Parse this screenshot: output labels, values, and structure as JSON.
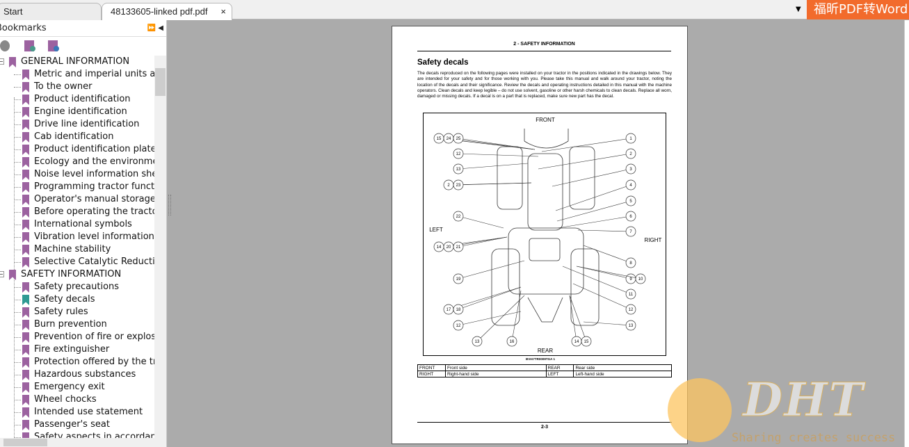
{
  "tabs": [
    {
      "label": "Start"
    },
    {
      "label": "48133605-linked pdf.pdf",
      "close": "×"
    }
  ],
  "brand": "福昕PDF转Word",
  "sidebar": {
    "title": "Bookmarks",
    "controls": "⏩ ◀",
    "tools": [
      "delete-bookmark-icon",
      "add-bookmark-icon",
      "goto-bookmark-icon"
    ],
    "items": [
      {
        "label": "GENERAL INFORMATION",
        "level": 0
      },
      {
        "label": "Metric and imperial units abbrev",
        "level": 1
      },
      {
        "label": "To the owner",
        "level": 1
      },
      {
        "label": "Product identification",
        "level": 1
      },
      {
        "label": "Engine identification",
        "level": 1
      },
      {
        "label": "Drive line identification",
        "level": 1
      },
      {
        "label": "Cab identification",
        "level": 1
      },
      {
        "label": "Product identification plate",
        "level": 1
      },
      {
        "label": "Ecology and the environment",
        "level": 1
      },
      {
        "label": "Noise level information sheet",
        "level": 1
      },
      {
        "label": "Programming tractor functions",
        "level": 1
      },
      {
        "label": "Operator's manual storage",
        "level": 1
      },
      {
        "label": "Before operating the tractor",
        "level": 1
      },
      {
        "label": "International symbols",
        "level": 1
      },
      {
        "label": "Vibration level information sheet",
        "level": 1
      },
      {
        "label": "Machine stability",
        "level": 1
      },
      {
        "label": "Selective Catalytic Reduction (SCR)",
        "level": 1
      },
      {
        "label": "SAFETY INFORMATION",
        "level": 0
      },
      {
        "label": "Safety precautions",
        "level": 1
      },
      {
        "label": "Safety decals",
        "level": 1,
        "selected": true
      },
      {
        "label": "Safety rules",
        "level": 1
      },
      {
        "label": "Burn prevention",
        "level": 1
      },
      {
        "label": "Prevention of fire or explosions",
        "level": 1
      },
      {
        "label": "Fire extinguisher",
        "level": 1
      },
      {
        "label": "Protection offered by the tractor",
        "level": 1
      },
      {
        "label": "Hazardous substances",
        "level": 1
      },
      {
        "label": "Emergency exit",
        "level": 1
      },
      {
        "label": "Wheel chocks",
        "level": 1
      },
      {
        "label": "Intended use statement",
        "level": 1
      },
      {
        "label": "Passenger's seat",
        "level": 1
      },
      {
        "label": "Safety aspects in accordance with",
        "level": 1
      }
    ]
  },
  "page": {
    "running_head": "2 - SAFETY INFORMATION",
    "title": "Safety decals",
    "body": "The decals reproduced on the following pages were installed on your tractor in the positions indicated in the drawings below. They are intended for your safety and for those working with you. Please take this manual and walk around your tractor, noting the location of the decals and their significance. Review the decals and operating instructions detailed in this manual with the machine operators. Clean decals and keep legible – do not use solvent, gasoline or other harsh chemicals to clean decals. Replace all worn, damaged or missing decals. If a decal is on a part that is replaced, make sure new part has the decal.",
    "figure": {
      "front": "FRONT",
      "rear": "REAR",
      "left": "LEFT",
      "right": "RIGHT",
      "callouts": [
        "15",
        "24",
        "25",
        "12",
        "13",
        "2",
        "23",
        "22",
        "14",
        "20",
        "21",
        "19",
        "17",
        "18",
        "12",
        "13",
        "16",
        "14",
        "15",
        "1",
        "2",
        "3",
        "4",
        "5",
        "6",
        "7",
        "8",
        "9",
        "10",
        "11",
        "12",
        "13"
      ],
      "code": "BVAI7TR0009TGA    1"
    },
    "legend": [
      [
        "FRONT",
        "Front side",
        "REAR",
        "Rear side"
      ],
      [
        "RIGHT",
        "Right-hand side",
        "LEFT",
        "Left-hand side"
      ]
    ],
    "page_number": "2-3"
  },
  "watermark": {
    "logo": "DHT",
    "tagline": "Sharing creates success"
  }
}
